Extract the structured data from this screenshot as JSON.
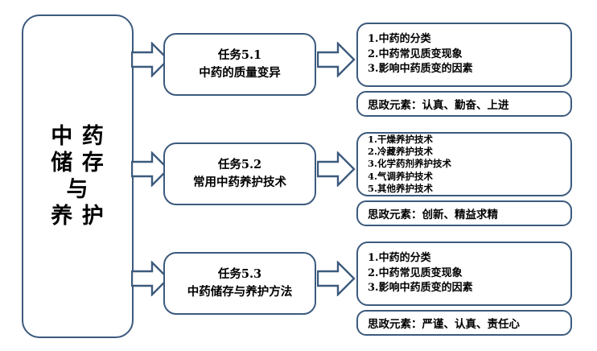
{
  "diagram": {
    "root": {
      "label": "中 药\n储 存\n与\n养 护"
    },
    "groups": [
      {
        "task": {
          "label": "任务5.1\n中药的质量变异"
        },
        "content": {
          "items_text": "1.中药的分类\n2.中药常见质变现象\n3.影响中药质变的因素",
          "items": [
            "1.中药的分类",
            "2.中药常见质变现象",
            "3.影响中药质变的因素"
          ]
        },
        "sizheng": {
          "label": "思政元素：认真、勤奋、上进"
        },
        "arrow_left": "right-block-arrow-icon",
        "arrow_right": "right-block-arrow-icon"
      },
      {
        "task": {
          "label": "任务5.2\n常用中药养护技术"
        },
        "content": {
          "items_text": "1.干燥养护技术\n2.冷藏养护技术\n3.化学药剂养护技术\n4.气调养护技术\n5.其他养护技术",
          "items": [
            "1.干燥养护技术",
            "2.冷藏养护技术",
            "3.化学药剂养护技术",
            "4.气调养护技术",
            "5.其他养护技术"
          ]
        },
        "sizheng": {
          "label": "思政元素：创新、精益求精"
        },
        "arrow_left": "right-block-arrow-icon",
        "arrow_right": "right-block-arrow-icon"
      },
      {
        "task": {
          "label": "任务5.3\n中药储存与养护方法"
        },
        "content": {
          "items_text": "1.中药的分类\n2.中药常见质变现象\n3.影响中药质变的因素",
          "items": [
            "1.中药的分类",
            "2.中药常见质变现象",
            "3.影响中药质变的因素"
          ]
        },
        "sizheng": {
          "label": "思政元素：严谨、认真、责任心"
        },
        "arrow_left": "right-block-arrow-icon",
        "arrow_right": "right-block-arrow-icon"
      }
    ],
    "colors": {
      "outline": "#3c5a7d",
      "fill": "#ffffff",
      "text": "#000000"
    }
  }
}
